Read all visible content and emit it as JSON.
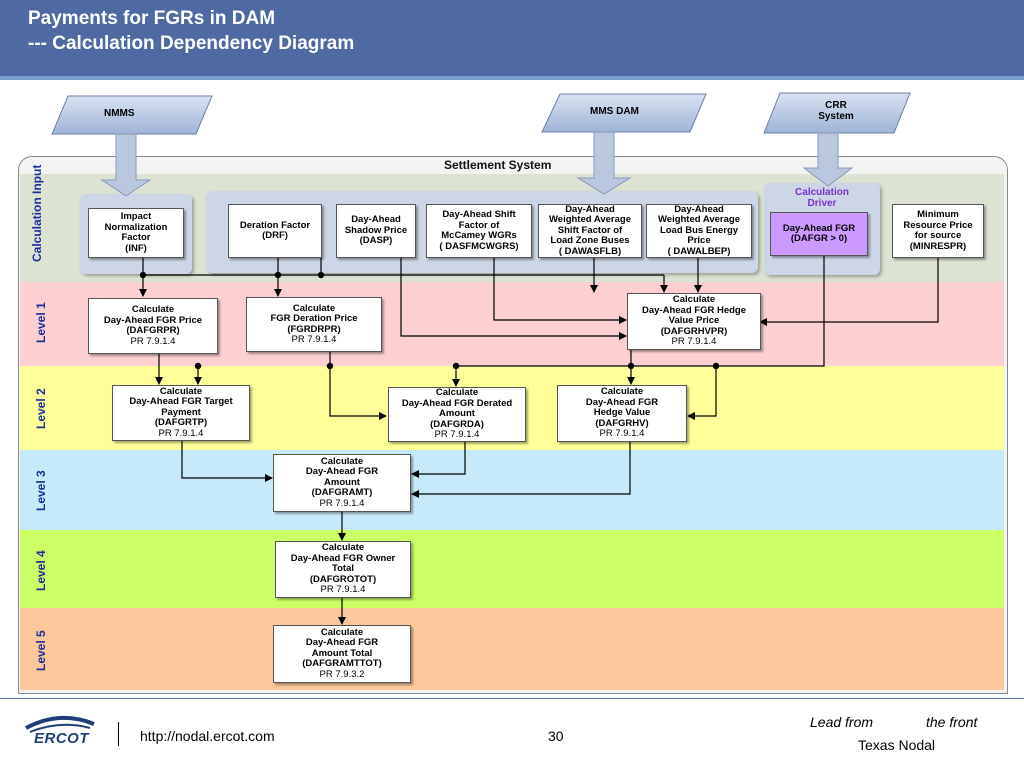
{
  "header": {
    "title_line1": "Payments for FGRs in DAM",
    "title_line2": "--- Calculation Dependency Diagram"
  },
  "sources": {
    "nmms": "NMMS",
    "mms_dam": "MMS DAM",
    "crr_line1": "CRR",
    "crr_line2": "System"
  },
  "settlement_title": "Settlement System",
  "bands": {
    "input": "Calculation Input",
    "level1": "Level 1",
    "level2": "Level 2",
    "level3": "Level 3",
    "level4": "Level 4",
    "level5": "Level 5"
  },
  "calc_driver": {
    "label_line1": "Calculation",
    "label_line2": "Driver",
    "box_line1": "Day-Ahead FGR",
    "box_line2": "(DAFGR > 0)"
  },
  "inputs": {
    "inf": [
      "Impact",
      "Normalization",
      "Factor",
      "(INF)"
    ],
    "drf": [
      "Deration Factor",
      "(DRF)"
    ],
    "dasp": [
      "Day-Ahead",
      "Shadow Price",
      "(DASP)"
    ],
    "dasfmcwgrs": [
      "Day-Ahead Shift",
      "Factor of",
      "McCamey WGRs",
      "( DASFMCWGRS)"
    ],
    "dawasflb": [
      "Day-Ahead",
      "Weighted Average",
      "Shift Factor of",
      "Load Zone Buses",
      "( DAWASFLB)"
    ],
    "dawalbep": [
      "Day-Ahead",
      "Weighted Average",
      "Load Bus Energy",
      "Price",
      "( DAWALBEP)"
    ],
    "minrespr": [
      "Minimum",
      "Resource Price",
      "for source",
      "(MINRESPR)"
    ]
  },
  "calcs": {
    "dafgrpr": [
      "Calculate",
      "Day-Ahead FGR Price",
      "(DAFGRPR)",
      "PR 7.9.1.4"
    ],
    "fgrdrpr": [
      "Calculate",
      "FGR Deration Price",
      "(FGRDRPR)",
      "PR 7.9.1.4"
    ],
    "dafgrhvpr": [
      "Calculate",
      "Day-Ahead FGR Hedge",
      "Value Price",
      "(DAFGRHVPR)",
      "PR 7.9.1.4"
    ],
    "dafgrtp": [
      "Calculate",
      "Day-Ahead FGR Target",
      "Payment",
      "(DAFGRTP)",
      "PR 7.9.1.4"
    ],
    "dafgrda": [
      "Calculate",
      "Day-Ahead FGR Derated",
      "Amount",
      "(DAFGRDA)",
      "PR 7.9.1.4"
    ],
    "dafgrhv": [
      "Calculate",
      "Day-Ahead FGR",
      "Hedge Value",
      "(DAFGRHV)",
      "PR 7.9.1.4"
    ],
    "dafgramt": [
      "Calculate",
      "Day-Ahead FGR",
      "Amount",
      "(DAFGRAMT)",
      "PR 7.9.1.4"
    ],
    "dafgrotot": [
      "Calculate",
      "Day-Ahead FGR Owner",
      "Total",
      "(DAFGROTOT)",
      "PR 7.9.1.4"
    ],
    "dafgramttot": [
      "Calculate",
      "Day-Ahead FGR",
      "Amount Total",
      "(DAFGRAMTTOT)",
      "PR 7.9.3.2"
    ]
  },
  "footer": {
    "logo": "ERCOT",
    "url": "http://nodal.ercot.com",
    "page": "30",
    "tag_lead": "Lead from",
    "tag_front": "the front",
    "tag_org": "Texas Nodal"
  },
  "colors": {
    "header": "#4f6aa3",
    "input_band": "#dde3d3",
    "level1": "#fcd0d0",
    "level2": "#ffff99",
    "level3": "#c6eaf9",
    "level4": "#ccff66",
    "level5": "#fcc89b",
    "driver_box": "#cc99ff"
  }
}
